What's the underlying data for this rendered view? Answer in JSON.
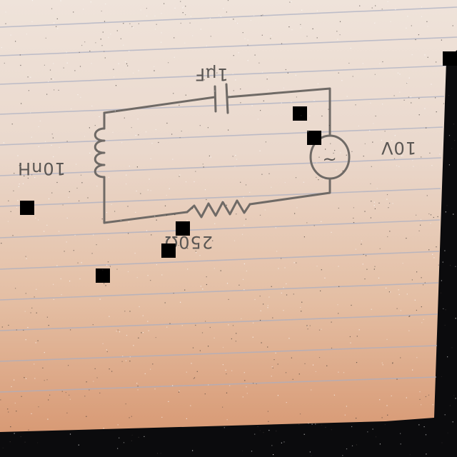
{
  "photo": {
    "background_color": "#0b0b0d",
    "paper_gradient": [
      "#efe3da",
      "#ead8cc",
      "#e4bea3",
      "#d89a75"
    ],
    "ruled_line_color": "#a9aec2",
    "ink_color": "#6f6a66",
    "orientation": "upside-down"
  },
  "circuit": {
    "components": [
      {
        "name": "capacitor",
        "label": "1μF"
      },
      {
        "name": "inductor",
        "label": "10nH"
      },
      {
        "name": "resistor",
        "label": "250Ω"
      },
      {
        "name": "ac-source",
        "label": "10V",
        "symbol": "~"
      }
    ]
  },
  "occlusions": {
    "color": "#000000",
    "count": 7
  }
}
